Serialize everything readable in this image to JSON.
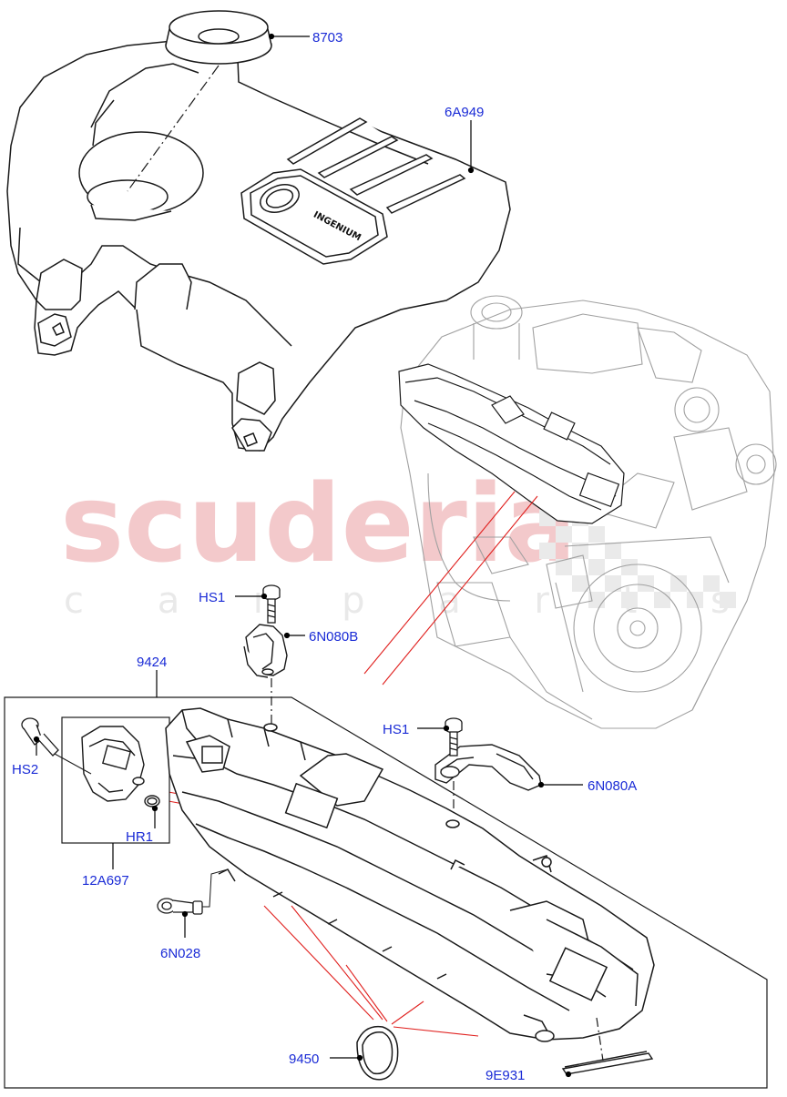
{
  "watermark": {
    "main": "scuderia",
    "sub": "c a r p a r t s"
  },
  "engine_badge": "INGENIUM",
  "parts": [
    {
      "id": "8703"
    },
    {
      "id": "6A949"
    },
    {
      "id": "HS1"
    },
    {
      "id": "6N080B"
    },
    {
      "id": "9424"
    },
    {
      "id": "HS1"
    },
    {
      "id": "HS2"
    },
    {
      "id": "6N080A"
    },
    {
      "id": "HR1"
    },
    {
      "id": "12A697"
    },
    {
      "id": "6N028"
    },
    {
      "id": "9450"
    },
    {
      "id": "9E931"
    }
  ],
  "colors": {
    "label": "#1a2bd6",
    "leader": "#000000",
    "red_leader": "#e0201e",
    "part_line": "#222222",
    "ghost_line": "#9a9a9a"
  }
}
